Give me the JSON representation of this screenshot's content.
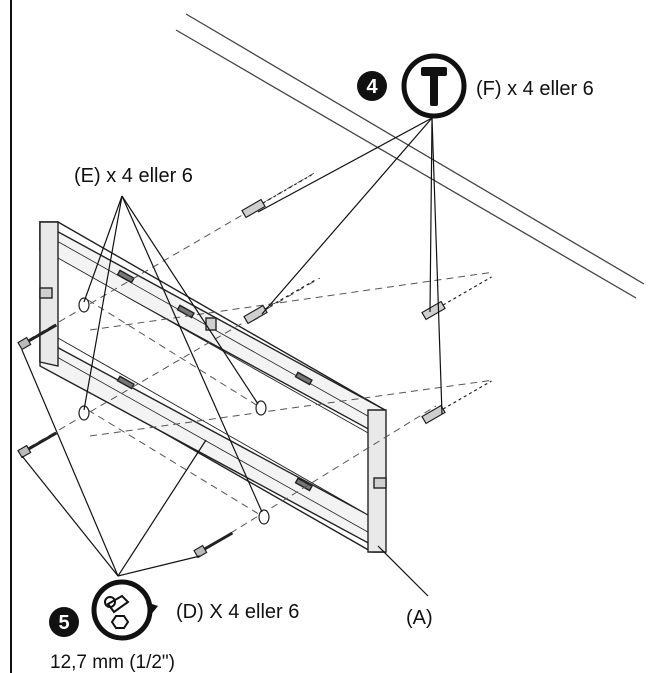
{
  "colors": {
    "ink": "#111111",
    "paper": "#ffffff",
    "part": "#333333"
  },
  "steps": [
    {
      "number": "4",
      "icon": "hammer-icon",
      "label": "(F) x 4 eller 6"
    },
    {
      "number": "5",
      "icon": "wrench-icon",
      "label": "(D) X  4 eller 6",
      "size": "12,7 mm (1/2\")"
    }
  ],
  "washers_label": "(E) x 4 eller 6",
  "mount_label": "(A)"
}
